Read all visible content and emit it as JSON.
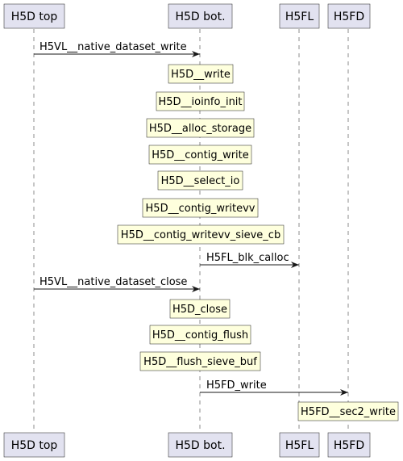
{
  "participants": [
    {
      "id": "top",
      "label": "H5D top"
    },
    {
      "id": "bot",
      "label": "H5D bot."
    },
    {
      "id": "fl",
      "label": "H5FL"
    },
    {
      "id": "fd",
      "label": "H5FD"
    }
  ],
  "messages": [
    {
      "from": "top",
      "to": "bot",
      "label": "H5VL__native_dataset_write"
    },
    {
      "from": "bot",
      "to": "fl",
      "label": "H5FL_blk_calloc"
    },
    {
      "from": "top",
      "to": "bot",
      "label": "H5VL__native_dataset_close"
    },
    {
      "from": "bot",
      "to": "fd",
      "label": "H5FD_write"
    }
  ],
  "notes": [
    {
      "over": "bot",
      "label": "H5D__write"
    },
    {
      "over": "bot",
      "label": "H5D__ioinfo_init"
    },
    {
      "over": "bot",
      "label": "H5D__alloc_storage"
    },
    {
      "over": "bot",
      "label": "H5D__contig_write"
    },
    {
      "over": "bot",
      "label": "H5D__select_io"
    },
    {
      "over": "bot",
      "label": "H5D__contig_writevv"
    },
    {
      "over": "bot",
      "label": "H5D__contig_writevv_sieve_cb"
    },
    {
      "over": "bot",
      "label": "H5D_close"
    },
    {
      "over": "bot",
      "label": "H5D__contig_flush"
    },
    {
      "over": "bot",
      "label": "H5D__flush_sieve_buf"
    },
    {
      "over": "fd",
      "label": "H5FD__sec2_write"
    }
  ]
}
